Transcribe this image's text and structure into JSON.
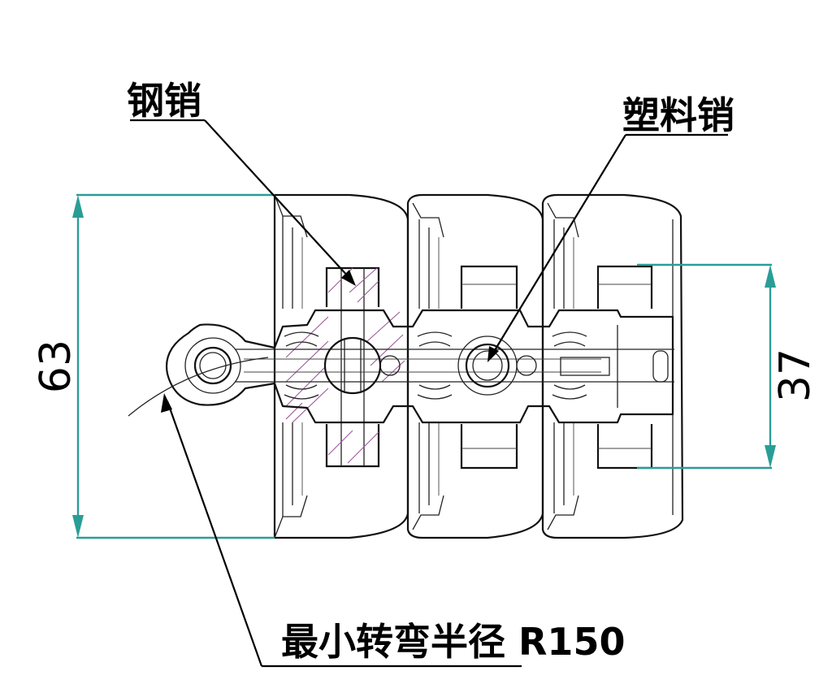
{
  "labels": {
    "steel_pin": "钢销",
    "plastic_pin": "塑料销",
    "min_bend_radius": "最小转弯半径 R150"
  },
  "dimensions": {
    "overall_height": "63",
    "inner_height": "37"
  },
  "colors": {
    "dimension": "#2a9d96",
    "hatch": "#9a5a9a",
    "outline": "#111111"
  }
}
